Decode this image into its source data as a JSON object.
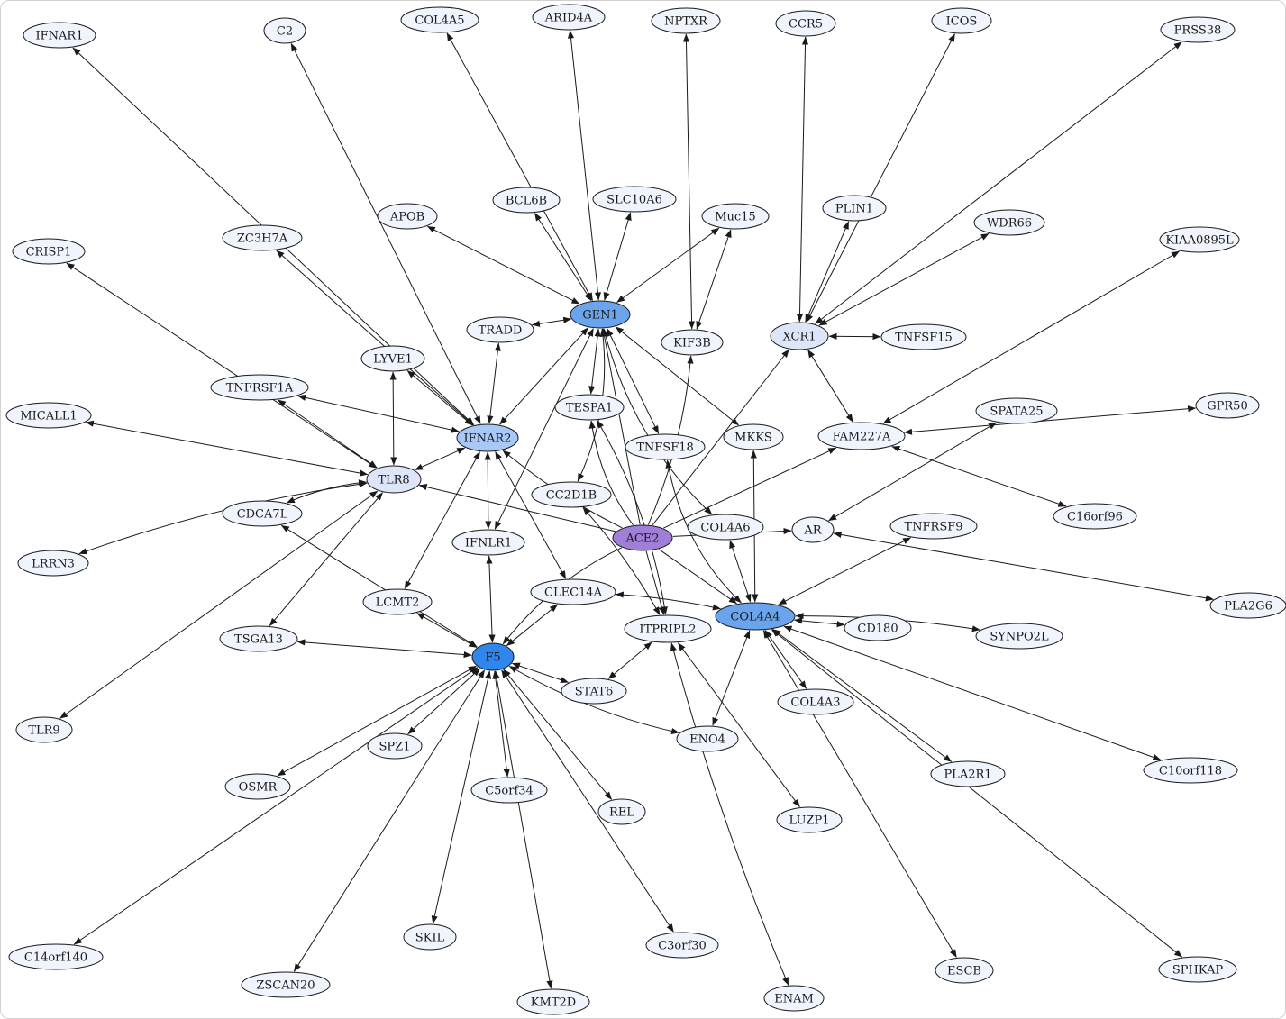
{
  "colors": {
    "level0": "#f0f4fc",
    "level1": "#dce6f8",
    "level2": "#a8c8f8",
    "level3": "#6aa4ec",
    "level4": "#2f86ec",
    "query": "#a07fd9",
    "edge": "#1a1a1a"
  },
  "nodes": [
    {
      "id": "ACE2",
      "label": "ACE2",
      "level": "query"
    },
    {
      "id": "GEN1",
      "label": "GEN1",
      "level": "level3"
    },
    {
      "id": "IFNAR2",
      "label": "IFNAR2",
      "level": "level2"
    },
    {
      "id": "F5",
      "label": "F5",
      "level": "level4"
    },
    {
      "id": "COL4A4",
      "label": "COL4A4",
      "level": "level3"
    },
    {
      "id": "TLR8",
      "label": "TLR8",
      "level": "level1"
    },
    {
      "id": "XCR1",
      "label": "XCR1",
      "level": "level1"
    },
    {
      "id": "FAM227A",
      "label": "FAM227A",
      "level": "level0"
    },
    {
      "id": "ITPRIPL2",
      "label": "ITPRIPL2",
      "level": "level0"
    },
    {
      "id": "IFNAR1",
      "label": "IFNAR1",
      "level": "level0"
    },
    {
      "id": "C2",
      "label": "C2",
      "level": "level0"
    },
    {
      "id": "COL4A5",
      "label": "COL4A5",
      "level": "level0"
    },
    {
      "id": "ARID4A",
      "label": "ARID4A",
      "level": "level0"
    },
    {
      "id": "NPTXR",
      "label": "NPTXR",
      "level": "level0"
    },
    {
      "id": "CCR5",
      "label": "CCR5",
      "level": "level0"
    },
    {
      "id": "ICOS",
      "label": "ICOS",
      "level": "level0"
    },
    {
      "id": "PRSS38",
      "label": "PRSS38",
      "level": "level0"
    },
    {
      "id": "APOB",
      "label": "APOB",
      "level": "level0"
    },
    {
      "id": "BCL6B",
      "label": "BCL6B",
      "level": "level0"
    },
    {
      "id": "SLC10A6",
      "label": "SLC10A6",
      "level": "level0"
    },
    {
      "id": "Muc15",
      "label": "Muc15",
      "level": "level0"
    },
    {
      "id": "PLIN1",
      "label": "PLIN1",
      "level": "level0"
    },
    {
      "id": "WDR66",
      "label": "WDR66",
      "level": "level0"
    },
    {
      "id": "KIAA0895L",
      "label": "KIAA0895L",
      "level": "level0"
    },
    {
      "id": "ZC3H7A",
      "label": "ZC3H7A",
      "level": "level0"
    },
    {
      "id": "CRISP1",
      "label": "CRISP1",
      "level": "level0"
    },
    {
      "id": "TRADD",
      "label": "TRADD",
      "level": "level0"
    },
    {
      "id": "KIF3B",
      "label": "KIF3B",
      "level": "level0"
    },
    {
      "id": "TNFSF15",
      "label": "TNFSF15",
      "level": "level0"
    },
    {
      "id": "LYVE1",
      "label": "LYVE1",
      "level": "level0"
    },
    {
      "id": "TNFRSF1A",
      "label": "TNFRSF1A",
      "level": "level0"
    },
    {
      "id": "TESPA1",
      "label": "TESPA1",
      "level": "level0"
    },
    {
      "id": "MICALL1",
      "label": "MICALL1",
      "level": "level0"
    },
    {
      "id": "SPATA25",
      "label": "SPATA25",
      "level": "level0"
    },
    {
      "id": "GPR50",
      "label": "GPR50",
      "level": "level0"
    },
    {
      "id": "TNFSF18",
      "label": "TNFSF18",
      "level": "level0"
    },
    {
      "id": "MKKS",
      "label": "MKKS",
      "level": "level0"
    },
    {
      "id": "CDCA7L",
      "label": "CDCA7L",
      "level": "level0"
    },
    {
      "id": "CC2D1B",
      "label": "CC2D1B",
      "level": "level0"
    },
    {
      "id": "C16orf96",
      "label": "C16orf96",
      "level": "level0"
    },
    {
      "id": "TNFRSF9",
      "label": "TNFRSF9",
      "level": "level0"
    },
    {
      "id": "COL4A6",
      "label": "COL4A6",
      "level": "level0"
    },
    {
      "id": "AR",
      "label": "AR",
      "level": "level0"
    },
    {
      "id": "IFNLR1",
      "label": "IFNLR1",
      "level": "level0"
    },
    {
      "id": "LRRN3",
      "label": "LRRN3",
      "level": "level0"
    },
    {
      "id": "CLEC14A",
      "label": "CLEC14A",
      "level": "level0"
    },
    {
      "id": "LCMT2",
      "label": "LCMT2",
      "level": "level0"
    },
    {
      "id": "PLA2G6",
      "label": "PLA2G6",
      "level": "level0"
    },
    {
      "id": "TSGA13",
      "label": "TSGA13",
      "level": "level0"
    },
    {
      "id": "CD180",
      "label": "CD180",
      "level": "level0"
    },
    {
      "id": "SYNPO2L",
      "label": "SYNPO2L",
      "level": "level0"
    },
    {
      "id": "STAT6",
      "label": "STAT6",
      "level": "level0"
    },
    {
      "id": "COL4A3",
      "label": "COL4A3",
      "level": "level0"
    },
    {
      "id": "TLR9",
      "label": "TLR9",
      "level": "level0"
    },
    {
      "id": "ENO4",
      "label": "ENO4",
      "level": "level0"
    },
    {
      "id": "SPZ1",
      "label": "SPZ1",
      "level": "level0"
    },
    {
      "id": "PLA2R1",
      "label": "PLA2R1",
      "level": "level0"
    },
    {
      "id": "C10orf118",
      "label": "C10orf118",
      "level": "level0"
    },
    {
      "id": "OSMR",
      "label": "OSMR",
      "level": "level0"
    },
    {
      "id": "C5orf34",
      "label": "C5orf34",
      "level": "level0"
    },
    {
      "id": "REL",
      "label": "REL",
      "level": "level0"
    },
    {
      "id": "LUZP1",
      "label": "LUZP1",
      "level": "level0"
    },
    {
      "id": "SKIL",
      "label": "SKIL",
      "level": "level0"
    },
    {
      "id": "C14orf140",
      "label": "C14orf140",
      "level": "level0"
    },
    {
      "id": "C3orf30",
      "label": "C3orf30",
      "level": "level0"
    },
    {
      "id": "ZSCAN20",
      "label": "ZSCAN20",
      "level": "level0"
    },
    {
      "id": "KMT2D",
      "label": "KMT2D",
      "level": "level0"
    },
    {
      "id": "ENAM",
      "label": "ENAM",
      "level": "level0"
    },
    {
      "id": "ESCB",
      "label": "ESCB",
      "level": "level0"
    },
    {
      "id": "SPHKAP",
      "label": "SPHKAP",
      "level": "level0"
    }
  ],
  "edges": [
    {
      "from": "ACE2",
      "to": "GEN1",
      "dir": "forward"
    },
    {
      "from": "ACE2",
      "to": "IFNAR2",
      "dir": "forward"
    },
    {
      "from": "ACE2",
      "to": "TLR8",
      "dir": "forward"
    },
    {
      "from": "ACE2",
      "to": "F5",
      "dir": "forward"
    },
    {
      "from": "ACE2",
      "to": "COL4A4",
      "dir": "forward"
    },
    {
      "from": "ACE2",
      "to": "XCR1",
      "dir": "forward"
    },
    {
      "from": "ACE2",
      "to": "FAM227A",
      "dir": "forward"
    },
    {
      "from": "ACE2",
      "to": "AR",
      "dir": "forward"
    },
    {
      "from": "ACE2",
      "to": "ITPRIPL2",
      "dir": "forward"
    },
    {
      "from": "ACE2",
      "to": "KIF3B",
      "dir": "forward"
    },
    {
      "from": "ACE2",
      "to": "TESPA1",
      "dir": "forward"
    },
    {
      "from": "GEN1",
      "to": "COL4A5",
      "dir": "both"
    },
    {
      "from": "GEN1",
      "to": "ARID4A",
      "dir": "both"
    },
    {
      "from": "GEN1",
      "to": "APOB",
      "dir": "both"
    },
    {
      "from": "GEN1",
      "to": "BCL6B",
      "dir": "both"
    },
    {
      "from": "GEN1",
      "to": "SLC10A6",
      "dir": "both"
    },
    {
      "from": "GEN1",
      "to": "Muc15",
      "dir": "both"
    },
    {
      "from": "GEN1",
      "to": "TRADD",
      "dir": "both"
    },
    {
      "from": "GEN1",
      "to": "TESPA1",
      "dir": "both"
    },
    {
      "from": "GEN1",
      "to": "TNFSF18",
      "dir": "both"
    },
    {
      "from": "GEN1",
      "to": "MKKS",
      "dir": "both"
    },
    {
      "from": "GEN1",
      "to": "CC2D1B",
      "dir": "both"
    },
    {
      "from": "GEN1",
      "to": "COL4A6",
      "dir": "both"
    },
    {
      "from": "GEN1",
      "to": "IFNLR1",
      "dir": "both"
    },
    {
      "from": "GEN1",
      "to": "IFNAR2",
      "dir": "both"
    },
    {
      "from": "IFNAR2",
      "to": "IFNAR1",
      "dir": "both"
    },
    {
      "from": "IFNAR2",
      "to": "C2",
      "dir": "both"
    },
    {
      "from": "IFNAR2",
      "to": "ZC3H7A",
      "dir": "both"
    },
    {
      "from": "IFNAR2",
      "to": "LYVE1",
      "dir": "both"
    },
    {
      "from": "IFNAR2",
      "to": "TNFRSF1A",
      "dir": "both"
    },
    {
      "from": "IFNAR2",
      "to": "TRADD",
      "dir": "both"
    },
    {
      "from": "IFNAR2",
      "to": "IFNLR1",
      "dir": "both"
    },
    {
      "from": "IFNAR2",
      "to": "CLEC14A",
      "dir": "both"
    },
    {
      "from": "IFNAR2",
      "to": "LCMT2",
      "dir": "both"
    },
    {
      "from": "IFNAR2",
      "to": "TLR8",
      "dir": "both"
    },
    {
      "from": "TLR8",
      "to": "CRISP1",
      "dir": "both"
    },
    {
      "from": "TLR8",
      "to": "MICALL1",
      "dir": "both"
    },
    {
      "from": "TLR8",
      "to": "TNFRSF1A",
      "dir": "both"
    },
    {
      "from": "TLR8",
      "to": "LYVE1",
      "dir": "both"
    },
    {
      "from": "TLR8",
      "to": "CDCA7L",
      "dir": "both"
    },
    {
      "from": "TLR8",
      "to": "LRRN3",
      "dir": "both"
    },
    {
      "from": "TLR8",
      "to": "TSGA13",
      "dir": "both"
    },
    {
      "from": "TLR8",
      "to": "TLR9",
      "dir": "both"
    },
    {
      "from": "XCR1",
      "to": "CCR5",
      "dir": "both"
    },
    {
      "from": "XCR1",
      "to": "ICOS",
      "dir": "both"
    },
    {
      "from": "XCR1",
      "to": "PRSS38",
      "dir": "both"
    },
    {
      "from": "XCR1",
      "to": "PLIN1",
      "dir": "both"
    },
    {
      "from": "XCR1",
      "to": "WDR66",
      "dir": "both"
    },
    {
      "from": "XCR1",
      "to": "TNFSF15",
      "dir": "both"
    },
    {
      "from": "XCR1",
      "to": "FAM227A",
      "dir": "both"
    },
    {
      "from": "FAM227A",
      "to": "KIAA0895L",
      "dir": "both"
    },
    {
      "from": "FAM227A",
      "to": "GPR50",
      "dir": "both"
    },
    {
      "from": "FAM227A",
      "to": "C16orf96",
      "dir": "both"
    },
    {
      "from": "KIF3B",
      "to": "NPTXR",
      "dir": "both"
    },
    {
      "from": "KIF3B",
      "to": "Muc15",
      "dir": "both"
    },
    {
      "from": "AR",
      "to": "SPATA25",
      "dir": "both"
    },
    {
      "from": "AR",
      "to": "PLA2G6",
      "dir": "both"
    },
    {
      "from": "F5",
      "to": "CDCA7L",
      "dir": "both"
    },
    {
      "from": "F5",
      "to": "IFNLR1",
      "dir": "both"
    },
    {
      "from": "F5",
      "to": "CLEC14A",
      "dir": "both"
    },
    {
      "from": "F5",
      "to": "LCMT2",
      "dir": "both"
    },
    {
      "from": "F5",
      "to": "TSGA13",
      "dir": "both"
    },
    {
      "from": "F5",
      "to": "STAT6",
      "dir": "both"
    },
    {
      "from": "F5",
      "to": "ENO4",
      "dir": "both"
    },
    {
      "from": "F5",
      "to": "SPZ1",
      "dir": "both"
    },
    {
      "from": "F5",
      "to": "OSMR",
      "dir": "both"
    },
    {
      "from": "F5",
      "to": "C5orf34",
      "dir": "both"
    },
    {
      "from": "F5",
      "to": "REL",
      "dir": "both"
    },
    {
      "from": "F5",
      "to": "SKIL",
      "dir": "both"
    },
    {
      "from": "F5",
      "to": "C14orf140",
      "dir": "both"
    },
    {
      "from": "F5",
      "to": "C3orf30",
      "dir": "both"
    },
    {
      "from": "F5",
      "to": "ZSCAN20",
      "dir": "both"
    },
    {
      "from": "F5",
      "to": "KMT2D",
      "dir": "both"
    },
    {
      "from": "COL4A4",
      "to": "TNFRSF9",
      "dir": "both"
    },
    {
      "from": "COL4A4",
      "to": "CD180",
      "dir": "both"
    },
    {
      "from": "COL4A4",
      "to": "SYNPO2L",
      "dir": "both"
    },
    {
      "from": "COL4A4",
      "to": "COL4A3",
      "dir": "both"
    },
    {
      "from": "COL4A4",
      "to": "ENO4",
      "dir": "both"
    },
    {
      "from": "COL4A4",
      "to": "PLA2R1",
      "dir": "both"
    },
    {
      "from": "COL4A4",
      "to": "C10orf118",
      "dir": "both"
    },
    {
      "from": "COL4A4",
      "to": "ESCB",
      "dir": "both"
    },
    {
      "from": "COL4A4",
      "to": "SPHKAP",
      "dir": "both"
    },
    {
      "from": "COL4A4",
      "to": "MKKS",
      "dir": "both"
    },
    {
      "from": "COL4A4",
      "to": "COL4A6",
      "dir": "both"
    },
    {
      "from": "COL4A4",
      "to": "CLEC14A",
      "dir": "both"
    },
    {
      "from": "COL4A4",
      "to": "TNFSF18",
      "dir": "both"
    },
    {
      "from": "ITPRIPL2",
      "to": "STAT6",
      "dir": "both"
    },
    {
      "from": "ITPRIPL2",
      "to": "LUZP1",
      "dir": "both"
    },
    {
      "from": "ITPRIPL2",
      "to": "ENAM",
      "dir": "both"
    },
    {
      "from": "ITPRIPL2",
      "to": "CC2D1B",
      "dir": "both"
    },
    {
      "from": "ITPRIPL2",
      "to": "TESPA1",
      "dir": "both"
    }
  ]
}
